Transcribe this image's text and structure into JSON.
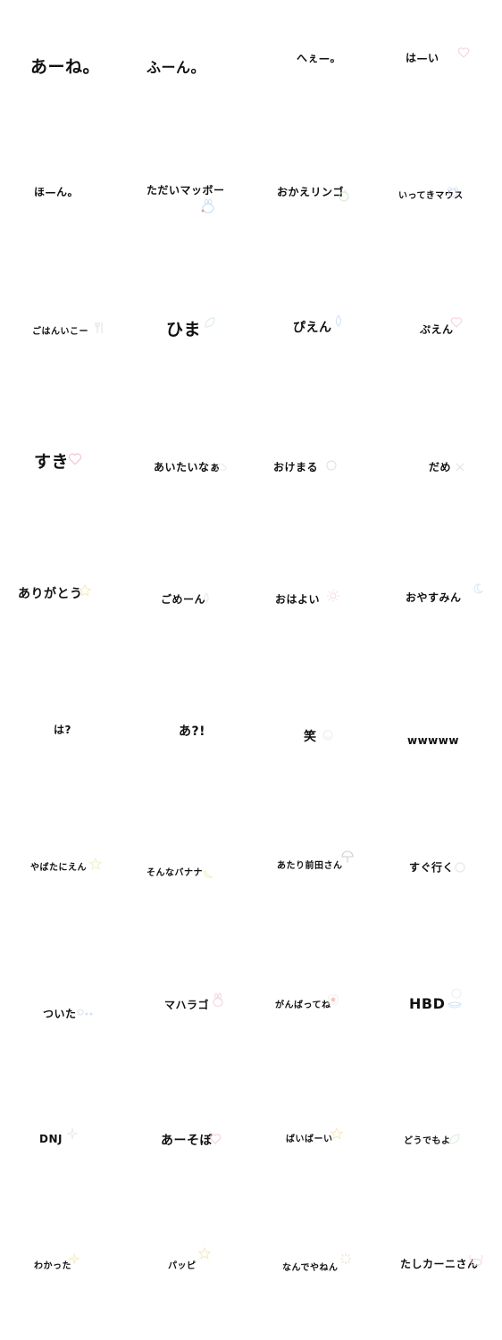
{
  "stickers": [
    {
      "text": "あーね。",
      "decoration": "none",
      "color": ""
    },
    {
      "text": "ふーん。",
      "decoration": "none",
      "color": ""
    },
    {
      "text": "へぇ—。",
      "decoration": "none",
      "color": ""
    },
    {
      "text": "は—い",
      "decoration": "heart-icon",
      "color": "#f5c6d0"
    },
    {
      "text": "ほ—ん。",
      "decoration": "none",
      "color": ""
    },
    {
      "text": "ただいマッボー",
      "decoration": "bunny-icon",
      "color": "#b9d7f0"
    },
    {
      "text": "おかえリンゴ",
      "decoration": "apple-icon",
      "color": "#cfe8c8"
    },
    {
      "text": "いってきマウス",
      "decoration": "mouse-icon",
      "color": "#cfd9e8"
    },
    {
      "text": "ごはんいこー",
      "decoration": "fork-icon",
      "color": "#e0e0e0"
    },
    {
      "text": "ひま",
      "decoration": "leaf-icon",
      "color": "#d2ecd4"
    },
    {
      "text": "ぴえん",
      "decoration": "tear-icon",
      "color": "#c7dcf2"
    },
    {
      "text": "ぷえん",
      "decoration": "heart-icon",
      "color": "#f5c6d0"
    },
    {
      "text": "すき",
      "decoration": "heart-icon",
      "color": "#f3b8c6"
    },
    {
      "text": "あいたいなぁ",
      "decoration": "cloud-icon",
      "color": "#dfe6ef"
    },
    {
      "text": "おけまる",
      "decoration": "circle-icon",
      "color": "#dcdcdc"
    },
    {
      "text": "だめ",
      "decoration": "cross-icon",
      "color": "#d8d8e8"
    },
    {
      "text": "ありがとう",
      "decoration": "star-icon",
      "color": "#f7e4a8"
    },
    {
      "text": "ごめーん",
      "decoration": "sweat-icon",
      "color": "#d8e4ef"
    },
    {
      "text": "おはよい",
      "decoration": "sun-icon",
      "color": "#f6cfcf"
    },
    {
      "text": "おやすみん",
      "decoration": "moon-icon",
      "color": "#cfe0f2"
    },
    {
      "text": "は?",
      "decoration": "none",
      "color": ""
    },
    {
      "text": "あ?!",
      "decoration": "none",
      "color": ""
    },
    {
      "text": "笑",
      "decoration": "smile-icon",
      "color": "#e8e8e8"
    },
    {
      "text": "wwwww",
      "decoration": "none",
      "color": ""
    },
    {
      "text": "やばたにえん",
      "decoration": "star-icon",
      "color": "#f4eab8"
    },
    {
      "text": "そんなバナナ",
      "decoration": "banana-icon",
      "color": "#f4ecb4"
    },
    {
      "text": "あたり前田さん",
      "decoration": "umbrella-icon",
      "color": "#bdbdbd"
    },
    {
      "text": "すぐ行く",
      "decoration": "circle-icon",
      "color": "#e0e0e0"
    },
    {
      "text": "ついた",
      "decoration": "dots-icon",
      "color": "#c8d8ec"
    },
    {
      "text": "マハラゴ",
      "decoration": "bunny-icon",
      "color": "#f0c8d4"
    },
    {
      "text": "がんばってね",
      "decoration": "flag-icon",
      "color": "#f2b8b8"
    },
    {
      "text": "HBD",
      "decoration": "cake-icon",
      "color": "#bfdcf0"
    },
    {
      "text": "DNJ",
      "decoration": "sparkle-icon",
      "color": "#e4e4e4"
    },
    {
      "text": "あーそぼ",
      "decoration": "heart-icon",
      "color": "#f3c2cf"
    },
    {
      "text": "ばいばーい",
      "decoration": "star-icon",
      "color": "#f4e6b0"
    },
    {
      "text": "どうでもよ",
      "decoration": "leaf-icon",
      "color": "#d4ecd8"
    },
    {
      "text": "わかった",
      "decoration": "sparkle-icon",
      "color": "#f2e6b8"
    },
    {
      "text": "パッピ",
      "decoration": "star-icon",
      "color": "#f3e4b0"
    },
    {
      "text": "なんでやねん",
      "decoration": "burst-icon",
      "color": "#e6d8c8"
    },
    {
      "text": "たしカーニさん",
      "decoration": "crab-icon",
      "color": "#f2c8c8"
    }
  ]
}
